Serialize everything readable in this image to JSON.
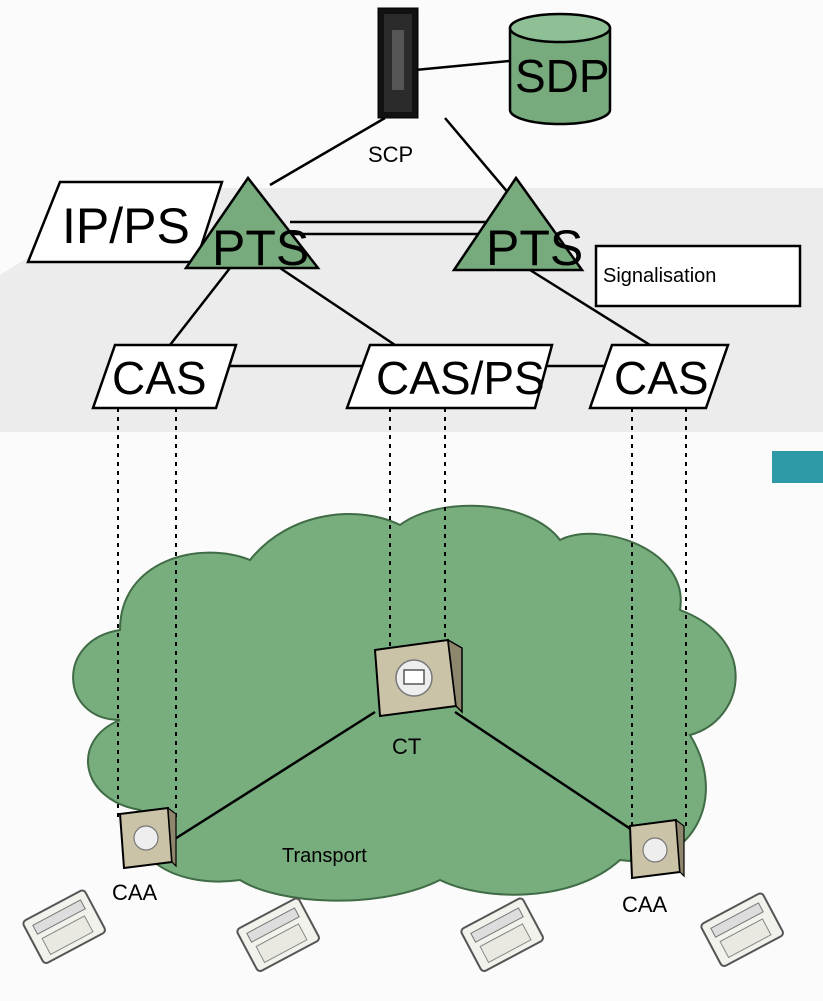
{
  "diagram": {
    "scp_label": "SCP",
    "sdp_label": "SDP",
    "ipps_label": "IP/PS",
    "pts_left_label": "PTS",
    "pts_right_label": "PTS",
    "signalisation_label": "Signalisation",
    "cas_left_label": "CAS",
    "casps_label": "CAS/PS",
    "cas_right_label": "CAS",
    "ct_label": "CT",
    "transport_label": "Transport",
    "caa_left_label": "CAA",
    "caa_right_label": "CAA"
  },
  "colors": {
    "green_fill": "#77aa7c",
    "cloud_fill": "#78ad7e",
    "signal_plane": "#ececec",
    "box_fill": "#ffffff",
    "line": "#000000",
    "accent_tab": "#2f9aa7"
  }
}
